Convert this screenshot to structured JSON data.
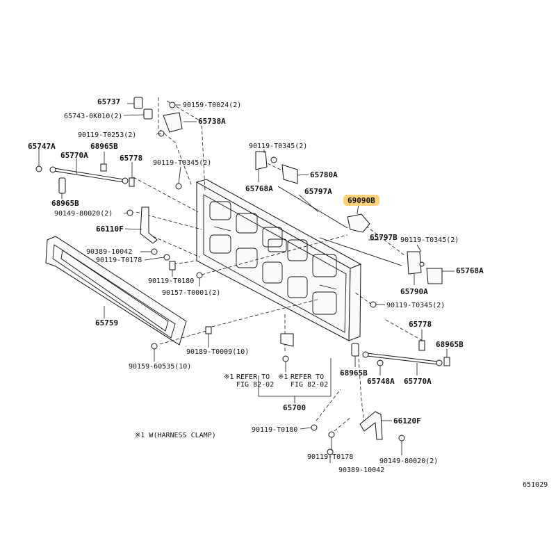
{
  "diagram_id": "651029",
  "highlight": {
    "label": "69090B",
    "color": "#ffd27a"
  },
  "footnote": "※1 W(HARNESS CLAMP)",
  "refer": {
    "left": {
      "mark": "※1",
      "line1": "REFER TO",
      "line2": "FIG 82-02"
    },
    "right": {
      "mark": "※1",
      "line1": "REFER TO",
      "line2": "FIG 82-02"
    }
  },
  "labels": {
    "65737": "65737",
    "65743_0k010": "65743-0K010(2)",
    "90159_t0024": "90159-T0024(2)",
    "65738a": "65738A",
    "90119_t0253": "90119-T0253(2)",
    "65747a": "65747A",
    "68965b_top": "68965B",
    "65770a_left": "65770A",
    "65778_left": "65778",
    "90119_t0345_upper": "90119-T0345(2)",
    "68965b_left": "68965B",
    "90149_80020_left": "90149-80020(2)",
    "66110f": "66110F",
    "90389_10042_left": "90389-10042",
    "90119_t0178_left": "90119-T0178",
    "90119_t0180_left": "90119-T0180",
    "90157_t0001": "90157-T0001(2)",
    "65759": "65759",
    "90189_t0009": "90189-T0009(10)",
    "90159_60535": "90159-60535(10)",
    "90119_t0345_topright": "90119-T0345(2)",
    "65780a": "65780A",
    "65768a_top": "65768A",
    "65797a": "65797A",
    "65797b": "65797B",
    "90119_t0345_right": "90119-T0345(2)",
    "65768a_right": "65768A",
    "65790a": "65790A",
    "90119_t0345_lower": "90119-T0345(2)",
    "65778_right": "65778",
    "68965b_right": "68965B",
    "68965b_bottom": "68965B",
    "65748a": "65748A",
    "65770a_right": "65770A",
    "65700": "65700",
    "66120f": "66120F",
    "90119_t0180_bottom": "90119-T0180",
    "90119_t0178_bottom": "90119-T0178",
    "90149_80020_bottom": "90149-80020(2)",
    "90389_10042_bottom": "90389-10042"
  }
}
